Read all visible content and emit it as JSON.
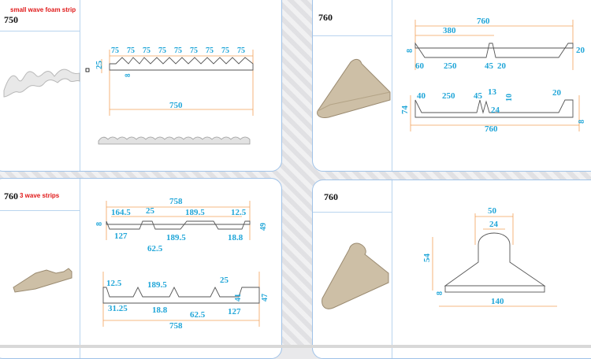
{
  "panel1": {
    "title": "750",
    "tag": "small wave foam strip",
    "labels": {
      "h25": "25",
      "w75": [
        "75",
        "75",
        "75",
        "75",
        "75",
        "75",
        "75",
        "75",
        "75"
      ],
      "d8": "8",
      "total": "750"
    }
  },
  "panel2": {
    "title": "760",
    "top": {
      "total": "760",
      "half": "380",
      "left": "60",
      "w250": "250",
      "w45": "45",
      "r20": "20",
      "side20": "20",
      "h8": "8"
    },
    "bottom": {
      "l40": "40",
      "w250": "250",
      "w45": "45",
      "w13": "13",
      "h10": "10",
      "w24": "24",
      "r20": "20",
      "h74": "74",
      "total": "760",
      "h8": "8"
    }
  },
  "panel3": {
    "title": "760",
    "tag": "3 wave strips",
    "top": {
      "total": "758",
      "w164": "164.5",
      "w25": "25",
      "w189": "189.5",
      "w12": "12.5",
      "h8": "8",
      "h49": "49",
      "b127": "127",
      "b189": "189.5",
      "b18": "18.8",
      "b62": "62.5"
    },
    "bottom": {
      "w12": "12.5",
      "w189": "189.5",
      "w25": "25",
      "b31": "31.25",
      "b18": "18.8",
      "b62": "62.5",
      "b127": "127",
      "h41": "41",
      "h47": "47",
      "total": "758"
    }
  },
  "panel4": {
    "title": "760",
    "labels": {
      "top": "50",
      "inner": "24",
      "height": "54",
      "edge": "8",
      "base": "140"
    }
  }
}
